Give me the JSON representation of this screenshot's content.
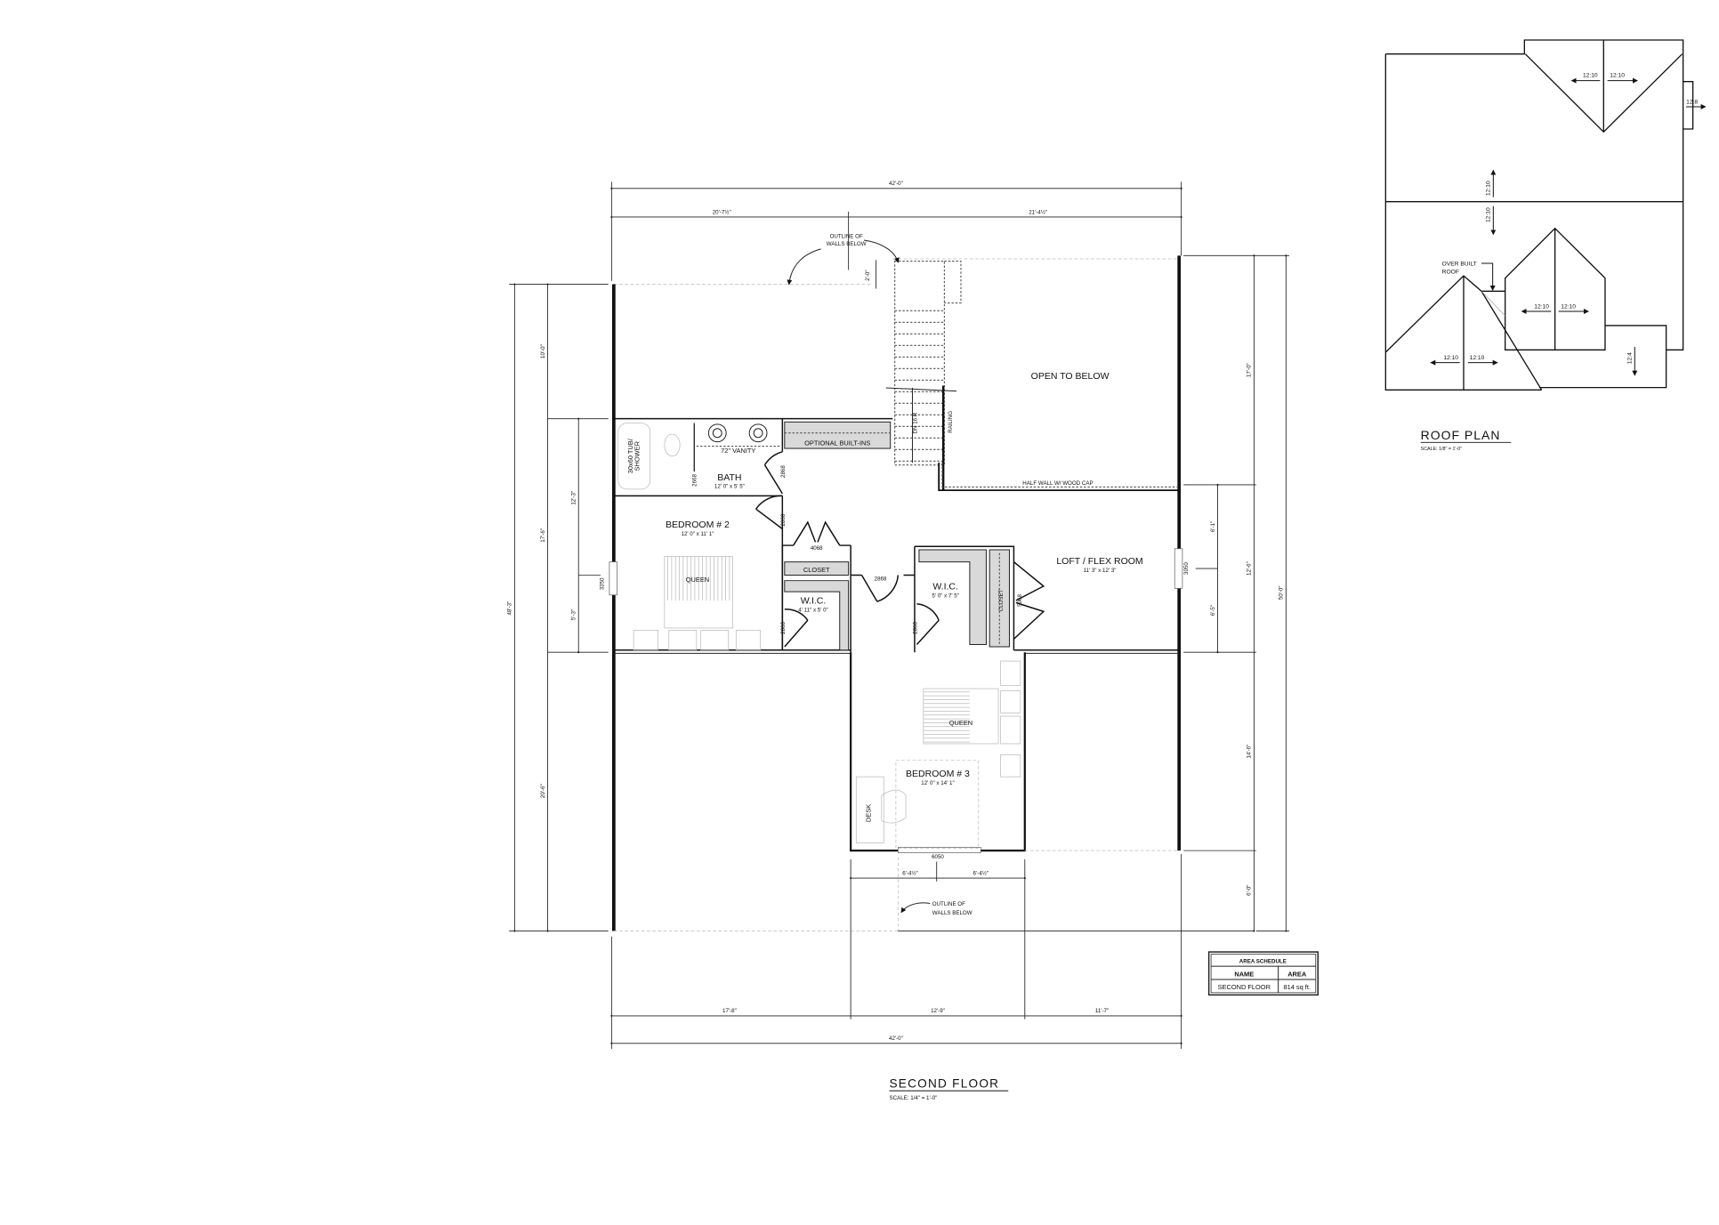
{
  "second_floor": {
    "title": "SECOND FLOOR",
    "scale": "SCALE: 1/4\" = 1'-0\"",
    "rooms": {
      "open_to_below": "OPEN TO BELOW",
      "bath": "BATH",
      "bath_size": "12' 0\" x 5' 5\"",
      "tub": "30x60 TUB/",
      "tub2": "SHOWER",
      "vanity": "72\" VANITY",
      "built_ins": "OPTIONAL BUILT-INS",
      "bedroom2": "BEDROOM # 2",
      "bedroom2_size": "12' 0\" x 11' 1\"",
      "queen": "QUEEN",
      "closet": "CLOSET",
      "wic_left": "W.I.C.",
      "wic_left_size": "4' 11\" x 5' 0\"",
      "wic_right": "W.I.C.",
      "wic_right_size": "5' 0\" x 7' 5\"",
      "loft": "LOFT / FLEX ROOM",
      "loft_size": "11' 3\" x 12' 3\"",
      "bedroom3": "BEDROOM # 3",
      "bedroom3_size": "12' 0\" x 14' 1\"",
      "desk": "DESK",
      "railing": "RAILING",
      "stairs": "DN 16 R",
      "half_wall": "HALF WALL W/ WOOD CAP",
      "outline_top_1": "OUTLINE OF",
      "outline_top_2": "WALLS BELOW",
      "outline_bottom_1": "OUTLINE OF",
      "outline_bottom_2": "WALLS BELOW"
    },
    "doors": {
      "bath_left": "2668",
      "bath_entry": "2868",
      "bed2_entry": "2868",
      "bed2_closet": "4068",
      "wic_left": "2868",
      "hall": "2868",
      "wic_right": "2868",
      "loft_closet": "5068",
      "bed2_window": "3350",
      "loft_window": "3050",
      "bed3_window": "6050"
    },
    "dimensions": {
      "top_total": "42'-0\"",
      "top_left": "20'-7½\"",
      "top_right": "21'-4½\"",
      "stair_offset": "2'-0\"",
      "left_total": "48'-3\"",
      "left_1": "10'-0\"",
      "left_2": "17'-6\"",
      "left_3": "20'-6\"",
      "left_sub_1": "12'-3\"",
      "left_sub_2": "5'-3\"",
      "right_total": "50'-0\"",
      "right_1": "17'-0\"",
      "right_2": "12'-6\"",
      "right_3": "14'-6\"",
      "right_4": "6'-0\"",
      "right_sub_1": "6'-1\"",
      "right_sub_2": "6'-5\"",
      "bed3_left": "6'-4½\"",
      "bed3_right": "6'-4½\"",
      "bottom_1": "17'-8\"",
      "bottom_2": "12'-9\"",
      "bottom_3": "11'-7\"",
      "bottom_total": "42'-0\""
    },
    "area_schedule": {
      "title": "AREA SCHEDULE",
      "headers": [
        "NAME",
        "AREA"
      ],
      "rows": [
        [
          "SECOND FLOOR",
          "814 sq ft."
        ]
      ]
    }
  },
  "roof_plan": {
    "title": "ROOF PLAN",
    "scale": "SCALE: 1/8\" = 1'-0\"",
    "over_built_1": "OVER BUILT",
    "over_built_2": "ROOF",
    "pitches": [
      "12:10",
      "12:10",
      "12:8",
      "12:10",
      "12:10",
      "12:10",
      "12:10",
      "12:10",
      "12:10",
      "12:4"
    ]
  }
}
